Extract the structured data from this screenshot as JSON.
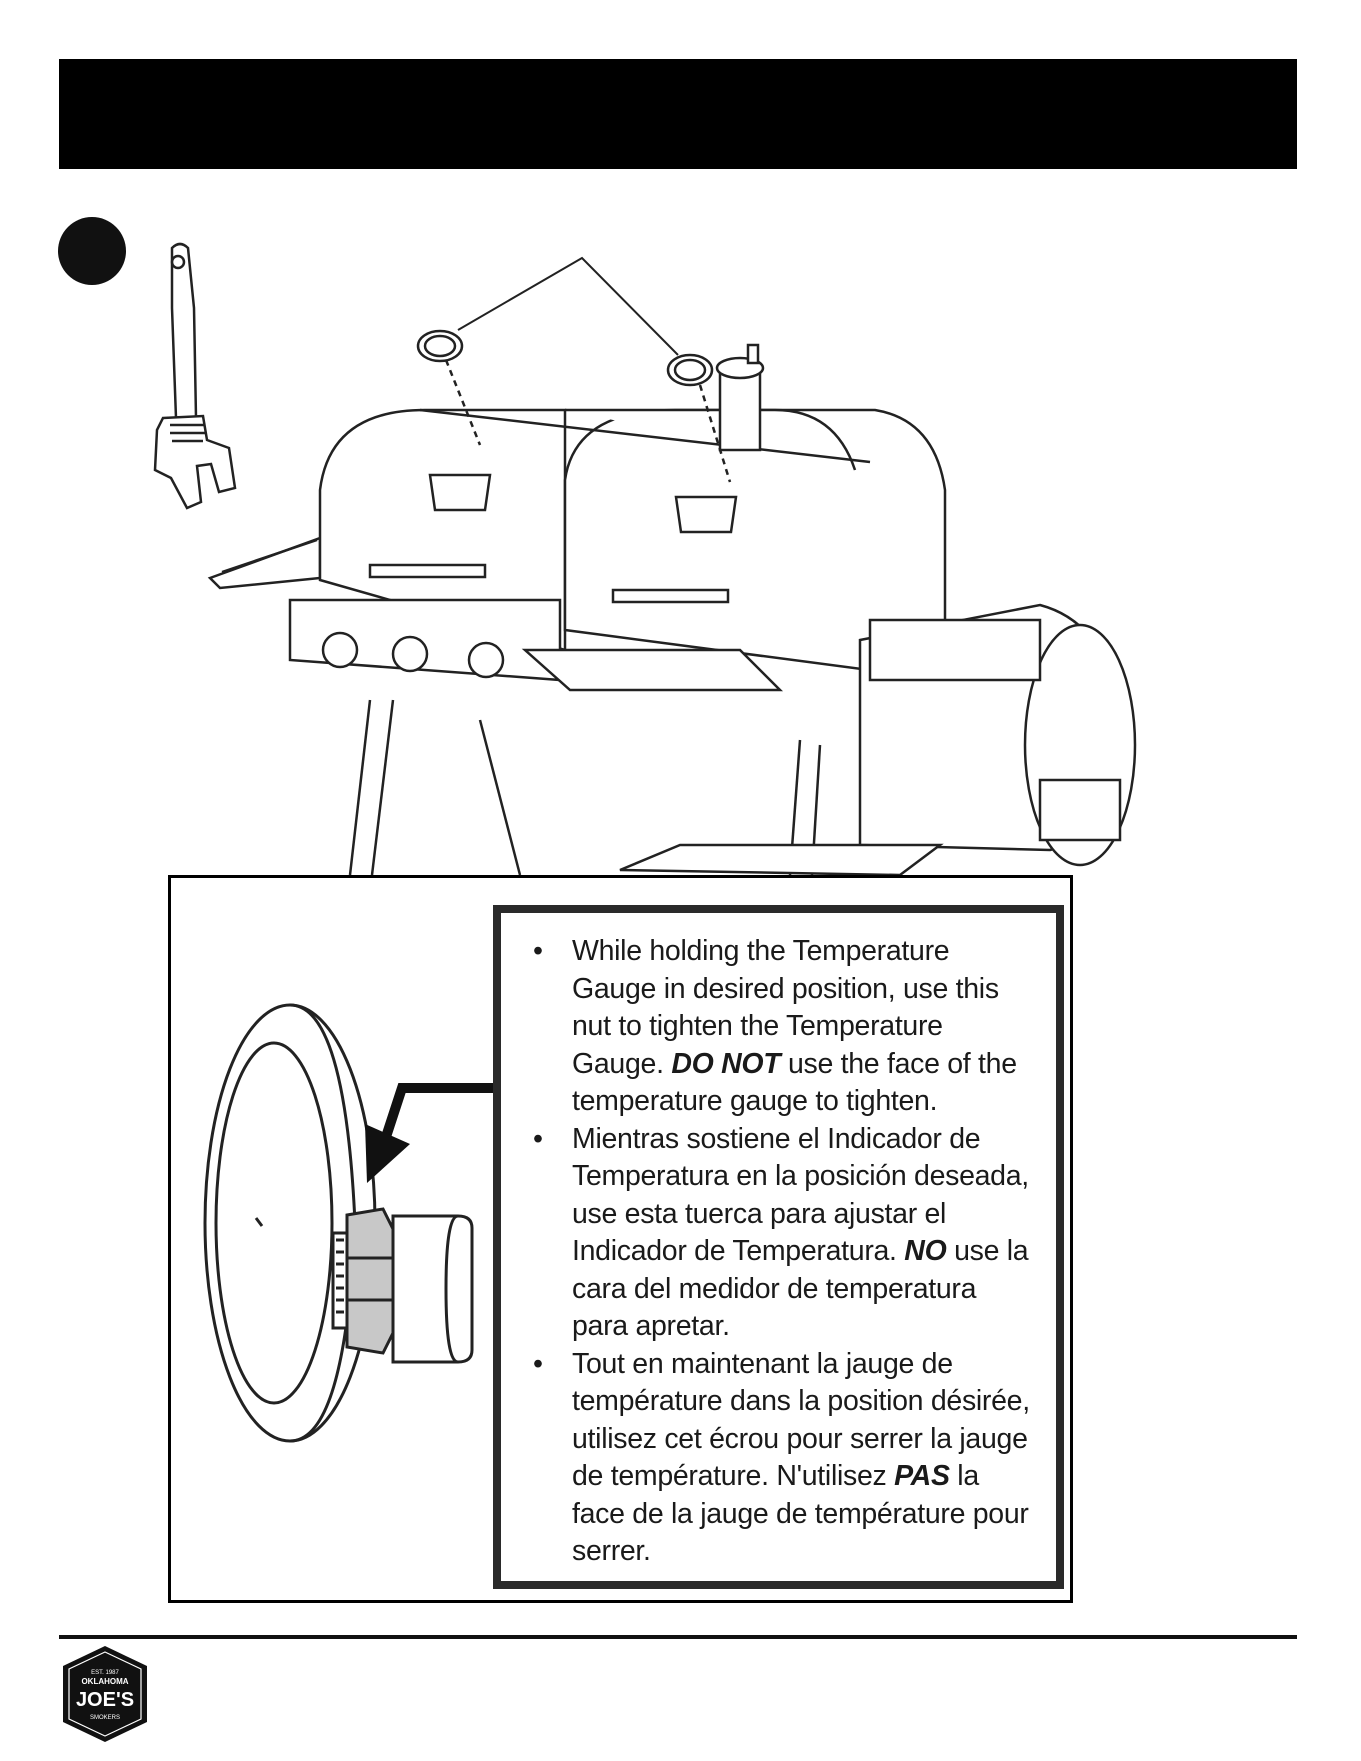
{
  "instructions": [
    {
      "lang": "en",
      "before": "While holding the Temperature Gauge in desired position, use this nut to tighten the Temperature Gauge. ",
      "emphasis": "DO NOT",
      "after": " use the face of the temperature gauge to tighten."
    },
    {
      "lang": "es",
      "before": "Mientras sostiene el Indicador de Temperatura en la posición deseada, use esta tuerca para ajustar el Indicador de Temperatura. ",
      "emphasis": "NO",
      "after": " use la cara del medidor de temperatura para apretar."
    },
    {
      "lang": "fr",
      "before": "Tout en maintenant la jauge de température dans la position désirée, utilisez cet écrou pour serrer la jauge de température. N'utilisez ",
      "emphasis": "PAS",
      "after": " la face de la jauge de température pour serrer."
    }
  ],
  "bullet_char": "•",
  "logo": {
    "est": "EST. 1987",
    "brand_top": "OKLAHOMA",
    "brand_main": "JOE'S",
    "brand_bottom": "SMOKERS"
  },
  "icons": [
    "wrench-icon",
    "temperature-gauge-icon",
    "grill-illustration",
    "pointer-arrow-icon"
  ],
  "colors": {
    "header": "#000000",
    "nut_highlight": "#c8c8c8"
  }
}
